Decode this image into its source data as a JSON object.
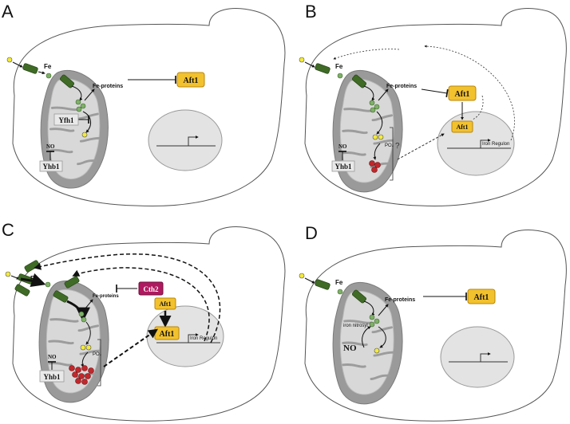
{
  "panels": {
    "A": {
      "letter": "A",
      "fe": "Fe",
      "fe_proteins": "Fe-proteins",
      "aft1": "Aft1",
      "yfh1": "Yfh1",
      "no": "NO",
      "yhb1": "Yhb1"
    },
    "B": {
      "letter": "B",
      "fe": "Fe",
      "fe_proteins": "Fe-proteins",
      "aft1": "Aft1",
      "aft1_nucleus": "Aft1",
      "po4": "PO₄",
      "question": "?",
      "iron_regulon": "Iron Regulon",
      "no": "NO",
      "yhb1": "Yhb1"
    },
    "C": {
      "letter": "C",
      "fe": "Fe",
      "fe_proteins": "Fe-proteins",
      "cth2": "Cth2",
      "aft1_cyto": "Aft1",
      "aft1_nucleus": "Aft1",
      "po4": "PO₄",
      "iron_regulon": "Iron Regulon",
      "no": "NO",
      "yhb1": "Yhb1"
    },
    "D": {
      "letter": "D",
      "fe": "Fe",
      "fe_proteins": "Fe-proteins",
      "aft1": "Aft1",
      "iron_nitrosyl": "iron nitrosyl",
      "no": "NO"
    }
  },
  "colors": {
    "aft1_fill": "#f2c12e",
    "aft1_stroke": "#b8860b",
    "cth2_fill": "#b0195f",
    "transporter": "#3f6b26",
    "fe_green": "#7fb069",
    "fe_yellow": "#f3ea3c",
    "fe_red": "#c0282c",
    "mito_fill": "#9a9a9a",
    "mito_inner": "#d8d8d8",
    "nucleus_fill": "#e3e3e3",
    "label_box": "#e9e9e9"
  }
}
